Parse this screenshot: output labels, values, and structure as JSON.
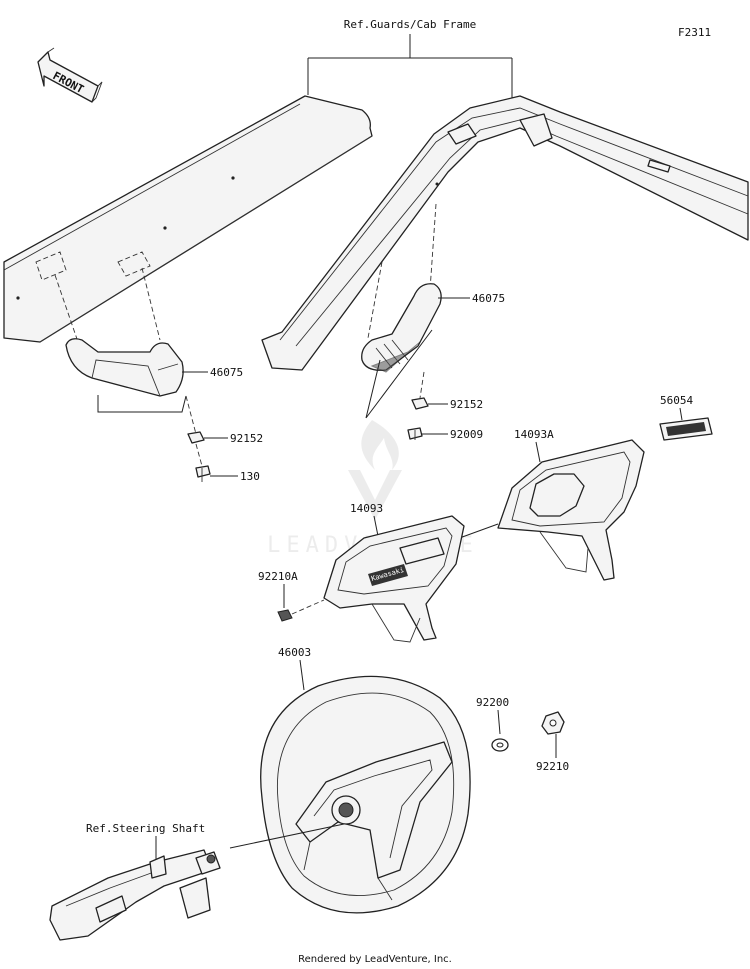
{
  "diagram": {
    "figure_code": "F2311",
    "front_label": "FRONT",
    "refs": {
      "guards_cab_frame": "Ref.Guards/Cab Frame",
      "steering_shaft": "Ref.Steering Shaft"
    },
    "parts": {
      "grip_left": "46075",
      "nut_left": "92152",
      "bolt_left": "130",
      "grip_right": "46075",
      "nut_right": "92152",
      "bolt_right": "92009",
      "emblem": "56054",
      "cover_a": "14093A",
      "cover": "14093",
      "nut_cover": "92210A",
      "steering_wheel": "46003",
      "washer": "92200",
      "nut_wheel": "92210"
    },
    "brand_badge": "Kawasaki",
    "watermark": "LEADVENTURE",
    "footer": "Rendered by LeadVenture, Inc."
  }
}
